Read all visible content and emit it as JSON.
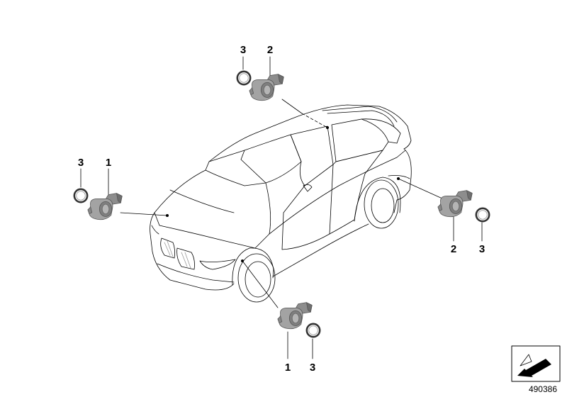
{
  "callouts": {
    "top_ring": "3",
    "top_sensor": "2",
    "left_ring": "3",
    "left_sensor": "1",
    "right_sensor": "2",
    "right_ring": "3",
    "bottom_sensor": "1",
    "bottom_ring": "3"
  },
  "diagram_id": "490386",
  "colors": {
    "line": "#000000",
    "sensor_fill": "#9a9a9a",
    "sensor_dark": "#6e6e6e",
    "ring": "#4a4a4a"
  },
  "icons": {
    "sensor": "park-distance-sensor-icon",
    "ring": "sealing-ring-icon",
    "corner_badge": "folded-corner-arrow-icon"
  }
}
